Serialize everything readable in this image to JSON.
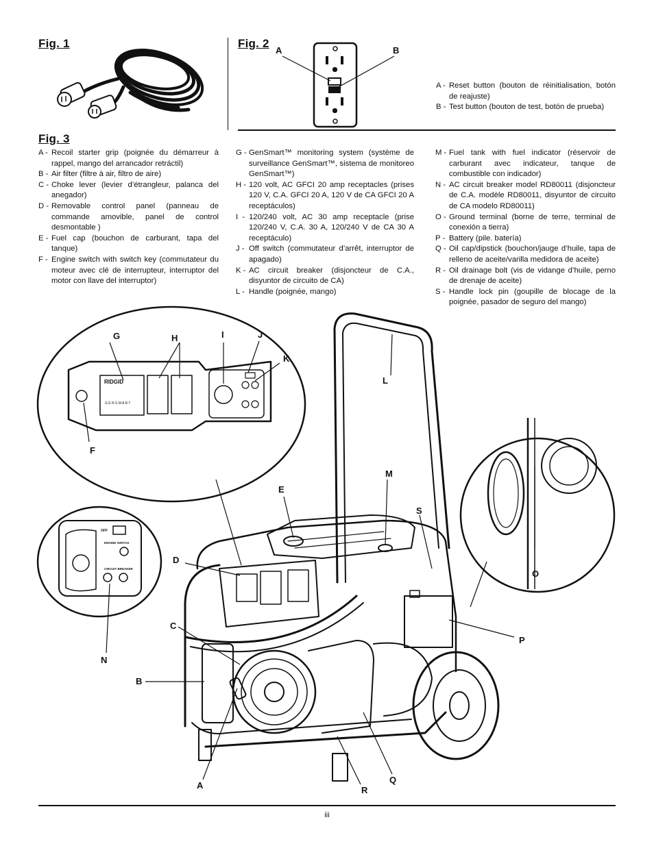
{
  "fig1": {
    "title": "Fig. 1"
  },
  "fig2": {
    "title": "Fig. 2",
    "callouts": [
      "A",
      "B"
    ],
    "items": [
      {
        "key": "A -",
        "text": "Reset button (bouton de réinitialisation, botón de reajuste)"
      },
      {
        "key": "B -",
        "text": "Test button (bouton de test, botón de prueba)"
      }
    ]
  },
  "fig3": {
    "title": "Fig. 3",
    "col1": [
      {
        "key": "A -",
        "text": "Recoil starter grip (poignée du démarreur à rappel, mango del arrancador retráctil)"
      },
      {
        "key": "B -",
        "text": "Air filter (filtre à air, filtro de aire)"
      },
      {
        "key": "C -",
        "text": "Choke lever (levier d’étrangleur, palanca del anegador)"
      },
      {
        "key": "D -",
        "text": "Removable control panel (panneau de commande amovible, panel de control desmontable )"
      },
      {
        "key": "E -",
        "text": "Fuel cap (bouchon de carburant, tapa del tanque)"
      },
      {
        "key": "F -",
        "text": "Engine switch with switch key (commutateur du moteur avec clé de interrupteur, interruptor del motor con llave del interruptor)"
      }
    ],
    "col2": [
      {
        "key": "G -",
        "text": "GenSmart™ monitoring system (système de surveillance GenSmart™, sistema de monitoreo GenSmart™)"
      },
      {
        "key": "H -",
        "text": "120 volt, AC GFCI 20 amp receptacles (prises 120 V, C.A. GFCI 20 A, 120 V de CA GFCI 20 A receptáculos)"
      },
      {
        "key": "I  -",
        "text": "120/240 volt, AC 30 amp receptacle (prise 120/240 V, C.A. 30 A, 120/240 V de CA 30 A receptáculo)"
      },
      {
        "key": "J -",
        "text": "Off switch (commutateur d’arrêt, interruptor de apagado)"
      },
      {
        "key": "K -",
        "text": "AC circuit breaker (disjoncteur de C.A., disyuntor de circuito de CA)"
      },
      {
        "key": "L -",
        "text": "Handle (poignée, mango)"
      }
    ],
    "col3": [
      {
        "key": "M -",
        "text": "Fuel tank with fuel indicator (réservoir de carburant avec indicateur, tanque de combustible con indicador)"
      },
      {
        "key": "N -",
        "text": "AC circuit breaker model RD80011 (disjoncteur de C.A. modèle RD80011, disyuntor de circuito de CA modelo RD80011)"
      },
      {
        "key": "O -",
        "text": "Ground terminal (borne de terre, terminal de conexión a tierra)"
      },
      {
        "key": "P -",
        "text": "Battery (pile. batería)"
      },
      {
        "key": "Q -",
        "text": "Oil cap/dipstick (bouchon/jauge d’huile, tapa de relleno de aceite/varilla medidora de aceite)"
      },
      {
        "key": "R -",
        "text": "Oil drainage bolt (vis de vidange d’huile, perno de drenaje de aceite)"
      },
      {
        "key": "S -",
        "text": "Handle lock pin (goupille de blocage de la poignée, pasador de seguro del mango)"
      }
    ],
    "callouts": [
      "A",
      "B",
      "C",
      "D",
      "E",
      "F",
      "G",
      "H",
      "I",
      "J",
      "K",
      "L",
      "M",
      "N",
      "O",
      "P",
      "Q",
      "R",
      "S"
    ],
    "panel_text": {
      "brand": "RIDGID",
      "gensmart": "G E N S M A R T",
      "off": "OFF",
      "engine_switch": "ENGINE SWITCH",
      "circuit_breaker": "CIRCUIT BREAKER"
    }
  },
  "page_number": "iii"
}
